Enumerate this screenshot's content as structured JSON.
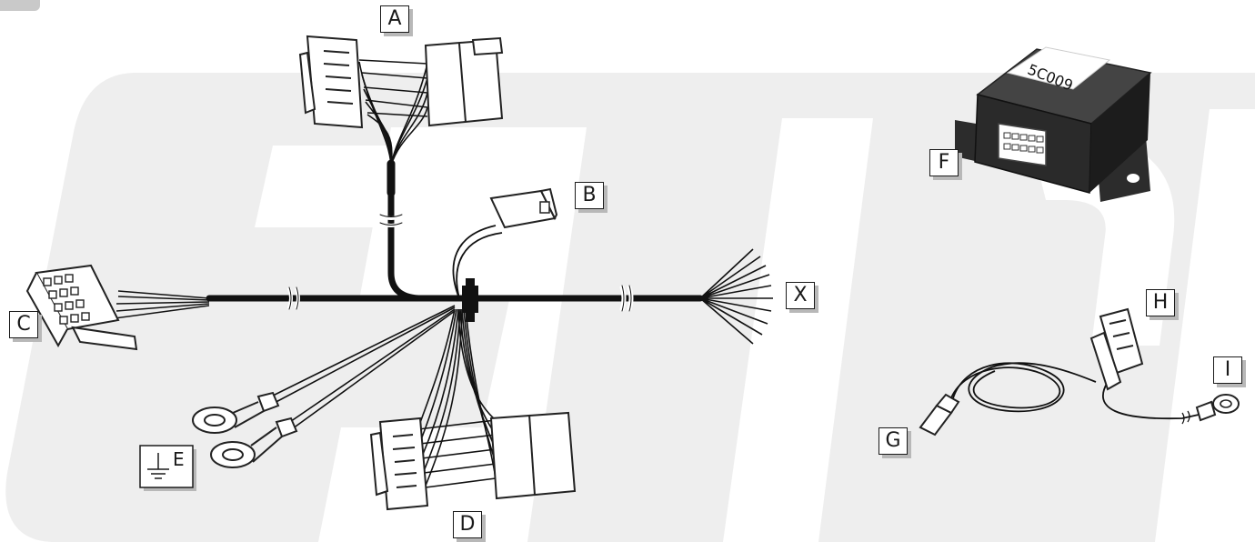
{
  "colors": {
    "background": "#ffffff",
    "watermark": "#eeeeee",
    "wire": "#111111",
    "connector_fill": "#ffffff",
    "connector_stroke": "#222222",
    "module_body": "#333333"
  },
  "labels": {
    "a": "A",
    "b": "B",
    "c": "C",
    "d": "D",
    "e": "E",
    "f": "F",
    "g": "G",
    "h": "H",
    "i": "I",
    "x": "X"
  },
  "module": {
    "sticker_text": "5C009"
  },
  "icons": {
    "ground": "ground-symbol-icon",
    "watermark": "ecs-logo-watermark"
  }
}
